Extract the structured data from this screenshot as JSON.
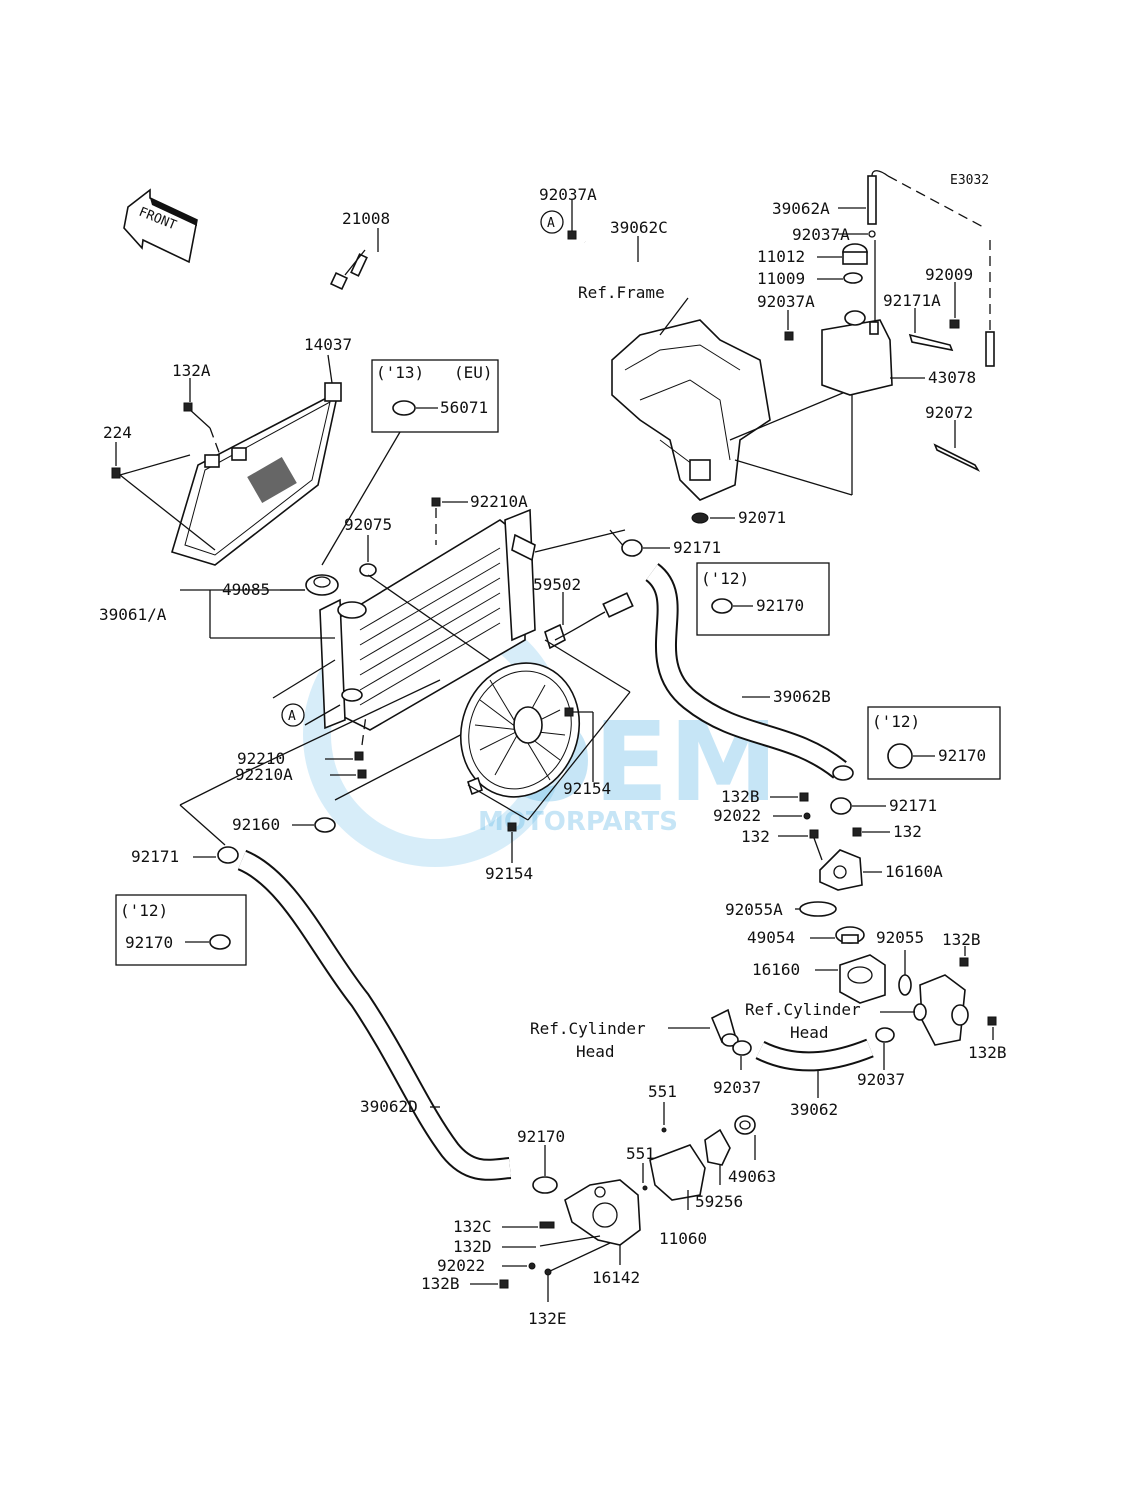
{
  "diagram_code": "E3032",
  "front_label": "FRONT",
  "watermark": {
    "brand": "OEM",
    "sub": "MOTORPARTS"
  },
  "ref_frame": "Ref.Frame",
  "ref_cyl_1": [
    "Ref.Cylinder",
    "Head"
  ],
  "ref_cyl_2": [
    "Ref.Cylinder",
    "Head"
  ],
  "callout": "A",
  "boxes": {
    "eu13": {
      "title": "('13)",
      "region": "(EU)",
      "part": "56071"
    },
    "y12_a": {
      "title": "('12)",
      "part": "92170"
    },
    "y12_b": {
      "title": "('12)",
      "part": "92170"
    },
    "y12_c": {
      "title": "('12)",
      "part": "92170"
    }
  },
  "parts": {
    "p21008": "21008",
    "p14037": "14037",
    "p132A": "132A",
    "p224": "224",
    "p92037A_top": "92037A",
    "p39062C": "39062C",
    "p39062A": "39062A",
    "p92037A_2": "92037A",
    "p11012": "11012",
    "p11009": "11009",
    "p92037A_3": "92037A",
    "p92009": "92009",
    "p92171A": "92171A",
    "p43078": "43078",
    "p92072": "92072",
    "p92071": "92071",
    "p92210A_top": "92210A",
    "p92075": "92075",
    "p92171_top": "92171",
    "p49085": "49085",
    "p39061A": "39061/A",
    "p59502": "59502",
    "p39062B": "39062B",
    "p92210": "92210",
    "p92210A_bot": "92210A",
    "p92154_a": "92154",
    "p92154_b": "92154",
    "p92160": "92160",
    "p92171_left": "92171",
    "p132B_a": "132B",
    "p92022_a": "92022",
    "p132_a": "132",
    "p92171_right": "92171",
    "p132_b": "132",
    "p16160A": "16160A",
    "p92055A": "92055A",
    "p49054": "49054",
    "p92055": "92055",
    "p132B_b": "132B",
    "p16160": "16160",
    "p132B_c": "132B",
    "p92037_a": "92037",
    "p92037_b": "92037",
    "p39062": "39062",
    "p39062D": "39062D",
    "p551_a": "551",
    "p551_b": "551",
    "p92170": "92170",
    "p49063": "49063",
    "p59256": "59256",
    "p11060": "11060",
    "p132C": "132C",
    "p132D": "132D",
    "p92022_b": "92022",
    "p132B_d": "132B",
    "p16142": "16142",
    "p132E": "132E"
  }
}
